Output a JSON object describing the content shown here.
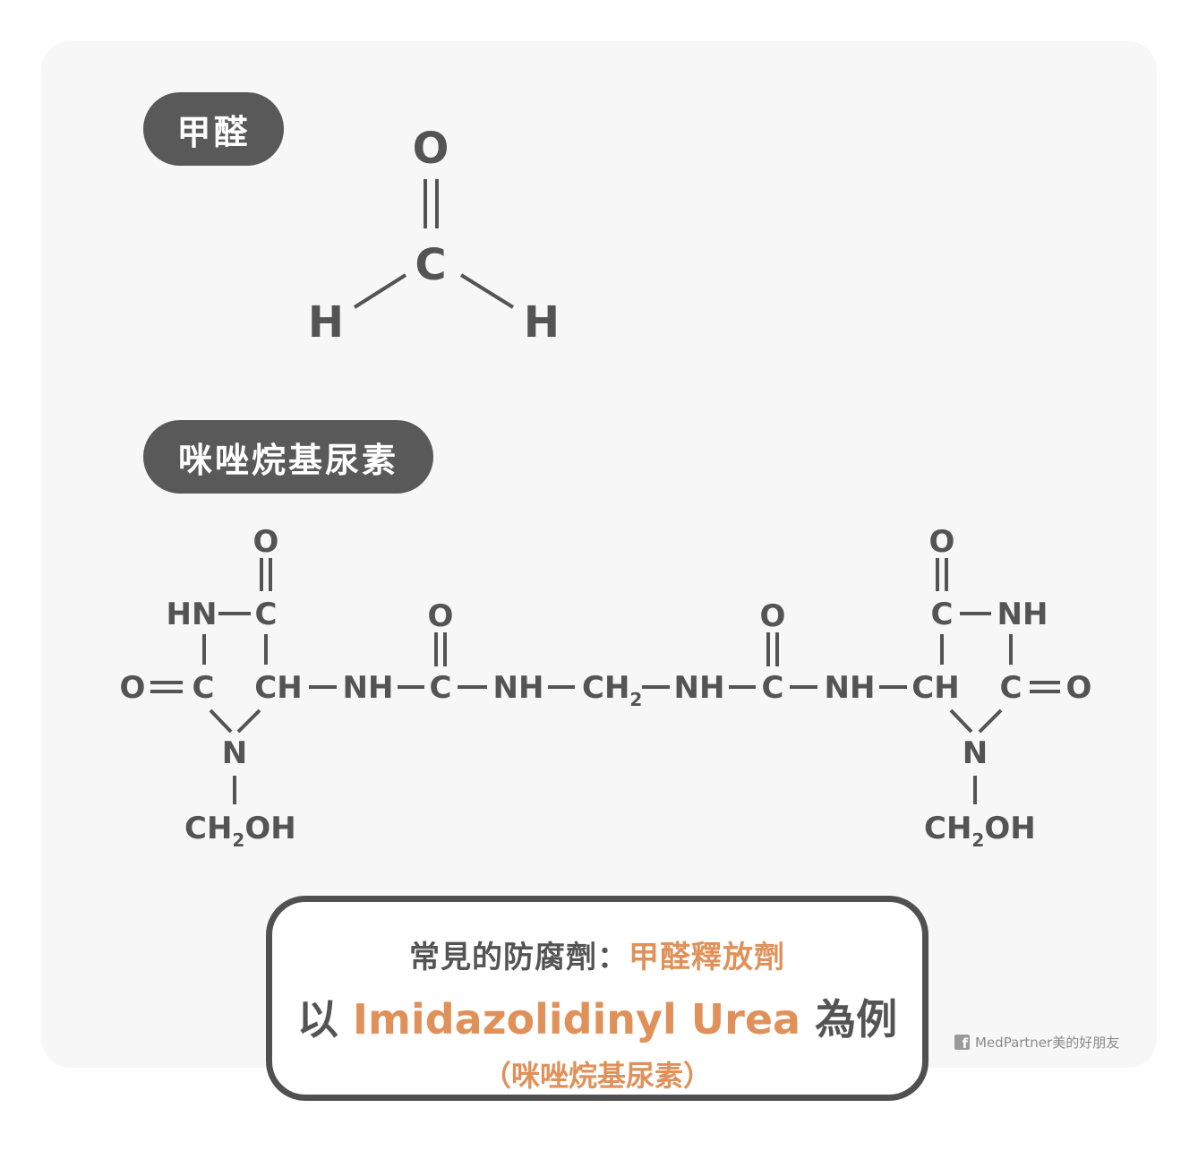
{
  "labels": {
    "formaldehyde": "甲醛",
    "imidazolidinyl_urea": "咪唑烷基尿素"
  },
  "formaldehyde": {
    "atoms": {
      "oxygen": "O",
      "carbon": "C",
      "hydrogen_left": "H",
      "hydrogen_right": "H"
    }
  },
  "imidazolidinyl": {
    "atoms": {
      "O": "O",
      "C": "C",
      "N": "N",
      "HN": "HN",
      "NH": "NH",
      "CH": "CH",
      "CH2": "CH",
      "CH2_sub": "2",
      "CH2OH_a": "CH",
      "CH2OH_sub": "2",
      "CH2OH_b": "OH"
    }
  },
  "caption": {
    "line1_prefix": "常見的防腐劑：",
    "line1_accent": "甲醛釋放劑",
    "line2_prefix": "以 ",
    "line2_accent": "Imidazolidinyl Urea",
    "line2_suffix": " 為例",
    "line3": "（咪唑烷基尿素）"
  },
  "credit": {
    "icon": "facebook-icon",
    "text": "MedPartner美的好朋友"
  },
  "colors": {
    "panel": "#f7f7f7",
    "pill": "#595959",
    "structure": "#545454",
    "accent": "#e0915a",
    "caption_border": "#505050"
  }
}
